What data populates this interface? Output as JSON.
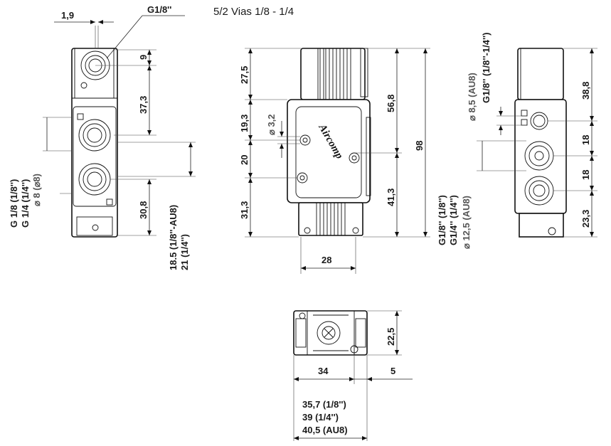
{
  "title": "5/2 Vias 1/8 - 1/4",
  "left_view": {
    "dim_1_9": "1,9",
    "dim_g18": "G1/8''",
    "dim_9": "9",
    "dim_37_3": "37,3",
    "dim_30_8": "30,8",
    "port_label_1": "G 1/8 (1/8'')",
    "port_label_2": "G 1/4 (1/4'')",
    "port_label_3": "⌀ 8 (⌀8)",
    "height_label_1": "18.5 (1/8''-AU8)",
    "height_label_2": "21 (1/4'')"
  },
  "center_view": {
    "dim_27_5": "27,5",
    "dim_19_3": "19,3",
    "dim_d3_2": "⌀ 3,2",
    "dim_20": "20",
    "dim_31_3": "31,3",
    "dim_56_8": "56,8",
    "dim_41_3": "41,3",
    "dim_98": "98",
    "dim_28": "28",
    "logo_text": "Aircomp"
  },
  "right_view": {
    "top_label_1": "⌀ 8,5 (AU8)",
    "top_label_2": "G1/8'' (1/8''-1/4'')",
    "bottom_label_1": "G1/8'' (1/8'')",
    "bottom_label_2": "G1/4'' (1/4'')",
    "bottom_label_3": "⌀ 12,5 (AU8)",
    "dim_38_8": "38,8",
    "dim_18a": "18",
    "dim_18b": "18",
    "dim_23_3": "23,3"
  },
  "bottom_view": {
    "dim_22_5": "22,5",
    "dim_34": "34",
    "dim_5": "5",
    "len_1": "35,7 (1/8'')",
    "len_2": "39 (1/4'')",
    "len_3": "40,5 (AU8)"
  }
}
